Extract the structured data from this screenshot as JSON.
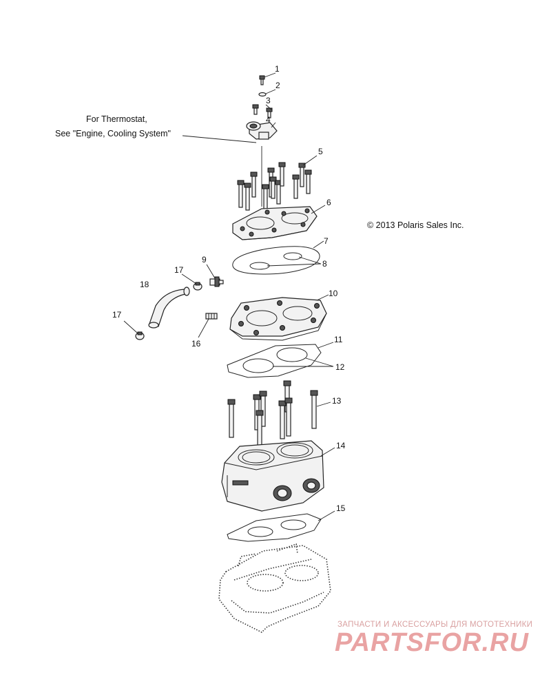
{
  "diagram": {
    "note": {
      "line1": "For Thermostat,",
      "line2": "See \"Engine, Cooling System\""
    },
    "copyright": "© 2013 Polaris Sales Inc.",
    "callouts": [
      "1",
      "2",
      "3",
      "4",
      "5",
      "6",
      "7",
      "8",
      "9",
      "10",
      "11",
      "12",
      "13",
      "14",
      "15",
      "16",
      "17",
      "17",
      "18"
    ]
  },
  "watermark": {
    "tagline": "ЗАПЧАСТИ И АКСЕССУАРЫ ДЛЯ МОТОТЕХНИКИ",
    "logo": "PARTSFOR.RU",
    "color": "#e9a3a3"
  }
}
